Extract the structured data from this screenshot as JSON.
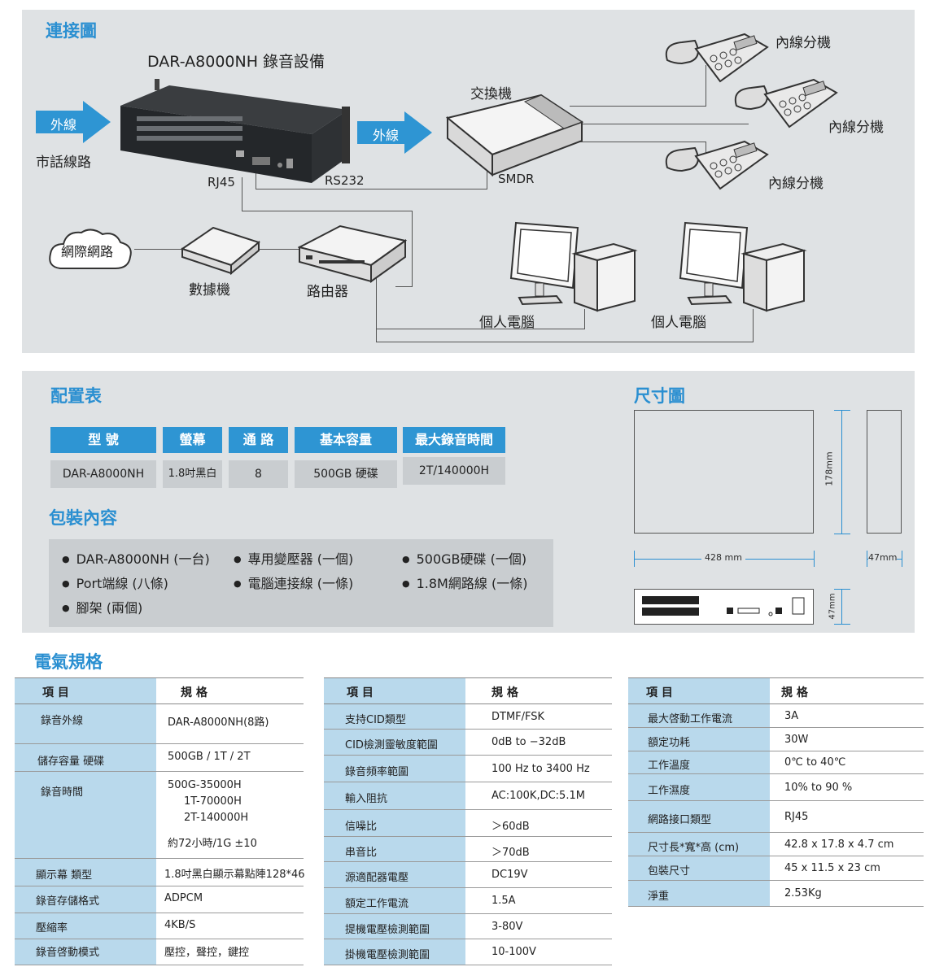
{
  "diagram": {
    "title": "連接圖",
    "device_title": "DAR-A8000NH 錄音設備",
    "outside_line_1": "外線",
    "outside_line_2": "外線",
    "city_line": "市話線路",
    "rj45": "RJ45",
    "rs232": "RS232",
    "pbx": "交換機",
    "smdr": "SMDR",
    "ext_1": "內線分機",
    "ext_2": "內線分機",
    "ext_3": "內線分機",
    "internet": "網際網路",
    "modem": "數據機",
    "router": "路由器",
    "pc_1": "個人電腦",
    "pc_2": "個人電腦"
  },
  "config": {
    "title": "配置表",
    "headers": [
      "型 號",
      "螢幕",
      "通 路",
      "基本容量",
      "最大錄音時間"
    ],
    "values": [
      "DAR-A8000NH",
      "1.8吋黑白",
      "8",
      "500GB 硬碟",
      "2T/140000H"
    ]
  },
  "package": {
    "title": "包裝內容",
    "items": [
      "DAR-A8000NH (一台)",
      "專用變壓器 (一個)",
      "500GB硬碟 (一個)",
      "Port端線 (八條)",
      "電腦連接線 (一條)",
      "1.8M網路線 (一條)",
      "腳架 (兩個)"
    ]
  },
  "dimensions": {
    "title": "尺寸圖",
    "width": "428 mm",
    "depth": "178mm",
    "side": "47mm",
    "height": "47mm"
  },
  "electrical": {
    "title": "電氣規格",
    "col_item": "項 目",
    "col_spec": "規 格",
    "table1": [
      {
        "k": "錄音外線",
        "v": [
          "DAR-A8000NH(8路)"
        ]
      },
      {
        "k": "儲存容量 硬碟",
        "v": [
          "500GB / 1T / 2T"
        ]
      },
      {
        "k": "錄音時間",
        "v": [
          "500G-35000H",
          "1T-70000H",
          "2T-140000H",
          "約72小時/1G ±10"
        ]
      },
      {
        "k": "顯示幕 類型",
        "v": [
          "1.8吋黑白顯示幕點陣128*46"
        ]
      },
      {
        "k": "錄音存儲格式",
        "v": [
          "ADPCM"
        ]
      },
      {
        "k": "壓縮率",
        "v": [
          "4KB/S"
        ]
      },
      {
        "k": "錄音啓動模式",
        "v": [
          "壓控，聲控，鍵控"
        ]
      }
    ],
    "table2": [
      {
        "k": "支持CID類型",
        "v": "DTMF/FSK"
      },
      {
        "k": "CID檢測靈敏度範圍",
        "v": "0dB to −32dB"
      },
      {
        "k": "錄音頻率範圍",
        "v": "100 Hz to 3400 Hz"
      },
      {
        "k": "輸入阻抗",
        "v": "AC:100K,DC:5.1M"
      },
      {
        "k": "信噪比",
        "v": "＞60dB"
      },
      {
        "k": "串音比",
        "v": "＞70dB"
      },
      {
        "k": "源適配器電壓",
        "v": "DC19V"
      },
      {
        "k": "額定工作電流",
        "v": "1.5A"
      },
      {
        "k": "提機電壓檢測範圍",
        "v": "3-80V"
      },
      {
        "k": "掛機電壓檢測範圍",
        "v": "10-100V"
      }
    ],
    "table3": [
      {
        "k": "最大啓動工作電流",
        "v": "3A"
      },
      {
        "k": "額定功耗",
        "v": "30W"
      },
      {
        "k": "工作溫度",
        "v": "0℃ to 40℃"
      },
      {
        "k": "工作濕度",
        "v": "10% to 90 %"
      },
      {
        "k": "網路接口類型",
        "v": "RJ45"
      },
      {
        "k": "尺寸長*寬*高 (cm)",
        "v": "42.8 x 17.8 x 4.7 cm"
      },
      {
        "k": "包裝尺寸",
        "v": "45 x 11.5 x 23 cm"
      },
      {
        "k": "淨重",
        "v": "2.53Kg"
      }
    ]
  },
  "colors": {
    "accent": "#2a8fd1",
    "header_blue": "#2e95d3",
    "panel": "#dfe2e4",
    "table_key": "#b9d9ec"
  }
}
